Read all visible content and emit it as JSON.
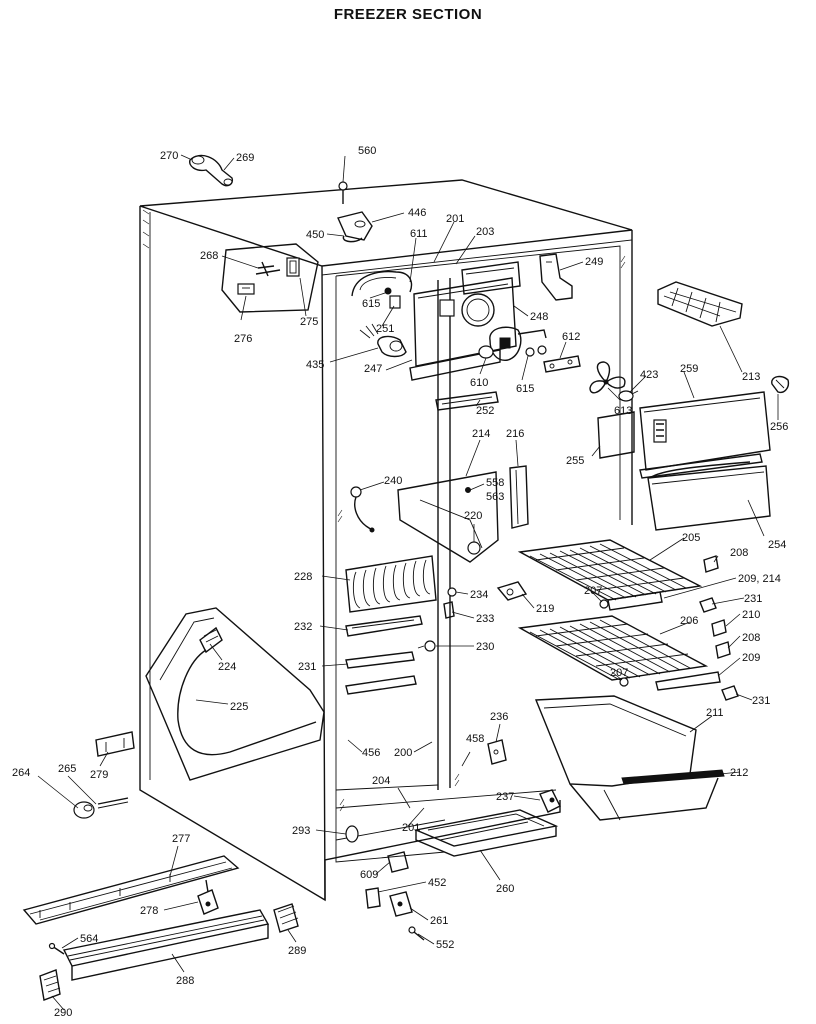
{
  "title": "FREEZER SECTION",
  "callouts": [
    {
      "id": "c270",
      "text": "270"
    },
    {
      "id": "c269",
      "text": "269"
    },
    {
      "id": "c560",
      "text": "560"
    },
    {
      "id": "c446",
      "text": "446"
    },
    {
      "id": "c450",
      "text": "450"
    },
    {
      "id": "c201a",
      "text": "201"
    },
    {
      "id": "c611",
      "text": "611"
    },
    {
      "id": "c203",
      "text": "203"
    },
    {
      "id": "c249",
      "text": "249"
    },
    {
      "id": "c268",
      "text": "268"
    },
    {
      "id": "c615a",
      "text": "615"
    },
    {
      "id": "c248",
      "text": "248"
    },
    {
      "id": "c276",
      "text": "276"
    },
    {
      "id": "c275",
      "text": "275"
    },
    {
      "id": "c251",
      "text": "251"
    },
    {
      "id": "c612",
      "text": "612"
    },
    {
      "id": "c213",
      "text": "213"
    },
    {
      "id": "c435",
      "text": "435"
    },
    {
      "id": "c247",
      "text": "247"
    },
    {
      "id": "c610",
      "text": "610"
    },
    {
      "id": "c615b",
      "text": "615"
    },
    {
      "id": "c423",
      "text": "423"
    },
    {
      "id": "c259",
      "text": "259"
    },
    {
      "id": "c256",
      "text": "256"
    },
    {
      "id": "c252",
      "text": "252"
    },
    {
      "id": "c613",
      "text": "613"
    },
    {
      "id": "c214",
      "text": "214"
    },
    {
      "id": "c216",
      "text": "216"
    },
    {
      "id": "c255",
      "text": "255"
    },
    {
      "id": "c240",
      "text": "240"
    },
    {
      "id": "c558",
      "text": "558"
    },
    {
      "id": "c563",
      "text": "563"
    },
    {
      "id": "c254",
      "text": "254"
    },
    {
      "id": "c220",
      "text": "220"
    },
    {
      "id": "c205",
      "text": "205"
    },
    {
      "id": "c208a",
      "text": "208"
    },
    {
      "id": "c228",
      "text": "228"
    },
    {
      "id": "c234",
      "text": "234"
    },
    {
      "id": "c207a",
      "text": "207"
    },
    {
      "id": "c209214",
      "text": "209, 214"
    },
    {
      "id": "c231a",
      "text": "231"
    },
    {
      "id": "c233",
      "text": "233"
    },
    {
      "id": "c219",
      "text": "219"
    },
    {
      "id": "c210",
      "text": "210"
    },
    {
      "id": "c232",
      "text": "232"
    },
    {
      "id": "c206",
      "text": "206"
    },
    {
      "id": "c208b",
      "text": "208"
    },
    {
      "id": "c230",
      "text": "230"
    },
    {
      "id": "c224",
      "text": "224"
    },
    {
      "id": "c231b",
      "text": "231"
    },
    {
      "id": "c207b",
      "text": "207"
    },
    {
      "id": "c209",
      "text": "209"
    },
    {
      "id": "c231c",
      "text": "231"
    },
    {
      "id": "c225",
      "text": "225"
    },
    {
      "id": "c211",
      "text": "211"
    },
    {
      "id": "c236",
      "text": "236"
    },
    {
      "id": "c456",
      "text": "456"
    },
    {
      "id": "c200",
      "text": "200"
    },
    {
      "id": "c458",
      "text": "458"
    },
    {
      "id": "c279",
      "text": "279"
    },
    {
      "id": "c212",
      "text": "212"
    },
    {
      "id": "c264",
      "text": "264"
    },
    {
      "id": "c265",
      "text": "265"
    },
    {
      "id": "c204",
      "text": "204"
    },
    {
      "id": "c237",
      "text": "237"
    },
    {
      "id": "c201b",
      "text": "201"
    },
    {
      "id": "c293",
      "text": "293"
    },
    {
      "id": "c277",
      "text": "277"
    },
    {
      "id": "c609",
      "text": "609"
    },
    {
      "id": "c452",
      "text": "452"
    },
    {
      "id": "c260",
      "text": "260"
    },
    {
      "id": "c278",
      "text": "278"
    },
    {
      "id": "c261",
      "text": "261"
    },
    {
      "id": "c564",
      "text": "564"
    },
    {
      "id": "c552",
      "text": "552"
    },
    {
      "id": "c289",
      "text": "289"
    },
    {
      "id": "c288",
      "text": "288"
    },
    {
      "id": "c290",
      "text": "290"
    }
  ]
}
